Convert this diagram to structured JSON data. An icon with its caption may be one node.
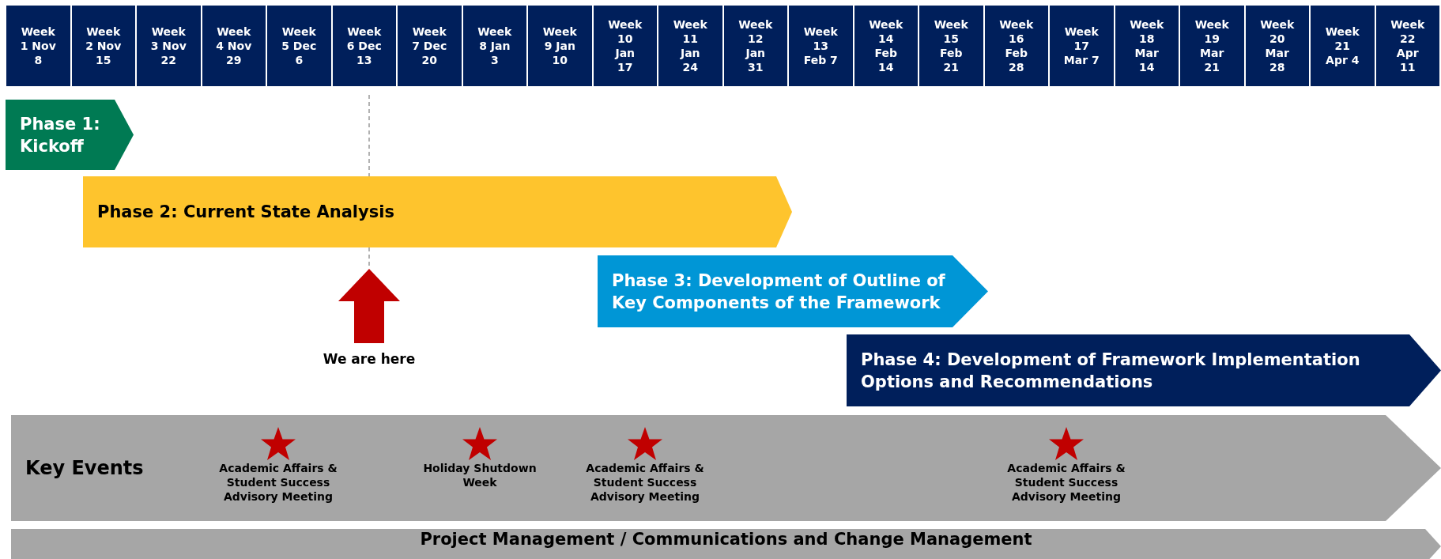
{
  "diagram": {
    "nodes": [
      {
        "text": [
          "Week 1 Nov 8"
        ]
      },
      {
        "text": [
          "Week 2 Nov 15"
        ]
      },
      {
        "text": [
          "Week 3 Nov 22"
        ]
      },
      {
        "text": [
          "Week 4 Nov 29"
        ]
      },
      {
        "text": [
          "Week 5 Dec 6"
        ]
      },
      {
        "text": [
          "Week 6 Dec 13"
        ]
      },
      {
        "text": [
          "Week 7 Dec 20"
        ]
      },
      {
        "text": [
          "Week 8 Jan 3"
        ]
      },
      {
        "text": [
          "Week 9 Jan 10"
        ]
      },
      {
        "text": [
          "Week 10 Jan 17"
        ]
      },
      {
        "text": [
          "Week 11 Jan 24"
        ]
      },
      {
        "text": [
          "Week 12 Jan 31"
        ]
      },
      {
        "text": [
          "Week 13 Feb 7"
        ]
      },
      {
        "text": [
          "Week 14 Feb 14"
        ]
      },
      {
        "text": [
          "Week 15 Feb 21"
        ]
      },
      {
        "text": [
          "Week 16 Feb 28"
        ]
      },
      {
        "text": [
          "Week 17 Mar 7"
        ]
      },
      {
        "text": [
          "Week 18 Mar 14"
        ]
      },
      {
        "text": [
          "Week 19 Mar 21"
        ]
      },
      {
        "text": [
          "Week 20 Mar 28"
        ]
      },
      {
        "text": [
          "Week 21 Apr 4"
        ]
      },
      {
        "text": [
          "Week 22 Apr 11"
        ]
      },
      {
        "text": [
          "Phase 1: Kickoff"
        ]
      },
      {
        "text": [
          "Phase 2: Current State Analysis"
        ]
      },
      {
        "text": [
          "Phase 3: Development of Outline of Key Components of the Framework"
        ]
      },
      {
        "text": [
          "Phase 4: Development of Framework Implementation Options and Recommendations"
        ]
      },
      {
        "text": [
          "Key Events"
        ]
      },
      {
        "text": [
          "Academic Affairs & Student Success Advisory Meeting"
        ],
        "in": 26
      },
      {
        "text": [
          "Holiday Shutdown Week"
        ],
        "in": 26
      },
      {
        "text": [
          "Academic Affairs & Student Success Advisory Meeting"
        ],
        "in": 26
      },
      {
        "text": [
          "Academic Affairs & Student Success Advisory Meeting"
        ],
        "in": 26
      },
      {
        "text": [
          "Project Management / Communications and Change Management"
        ]
      }
    ],
    "labels": [
      "We are here"
    ]
  }
}
